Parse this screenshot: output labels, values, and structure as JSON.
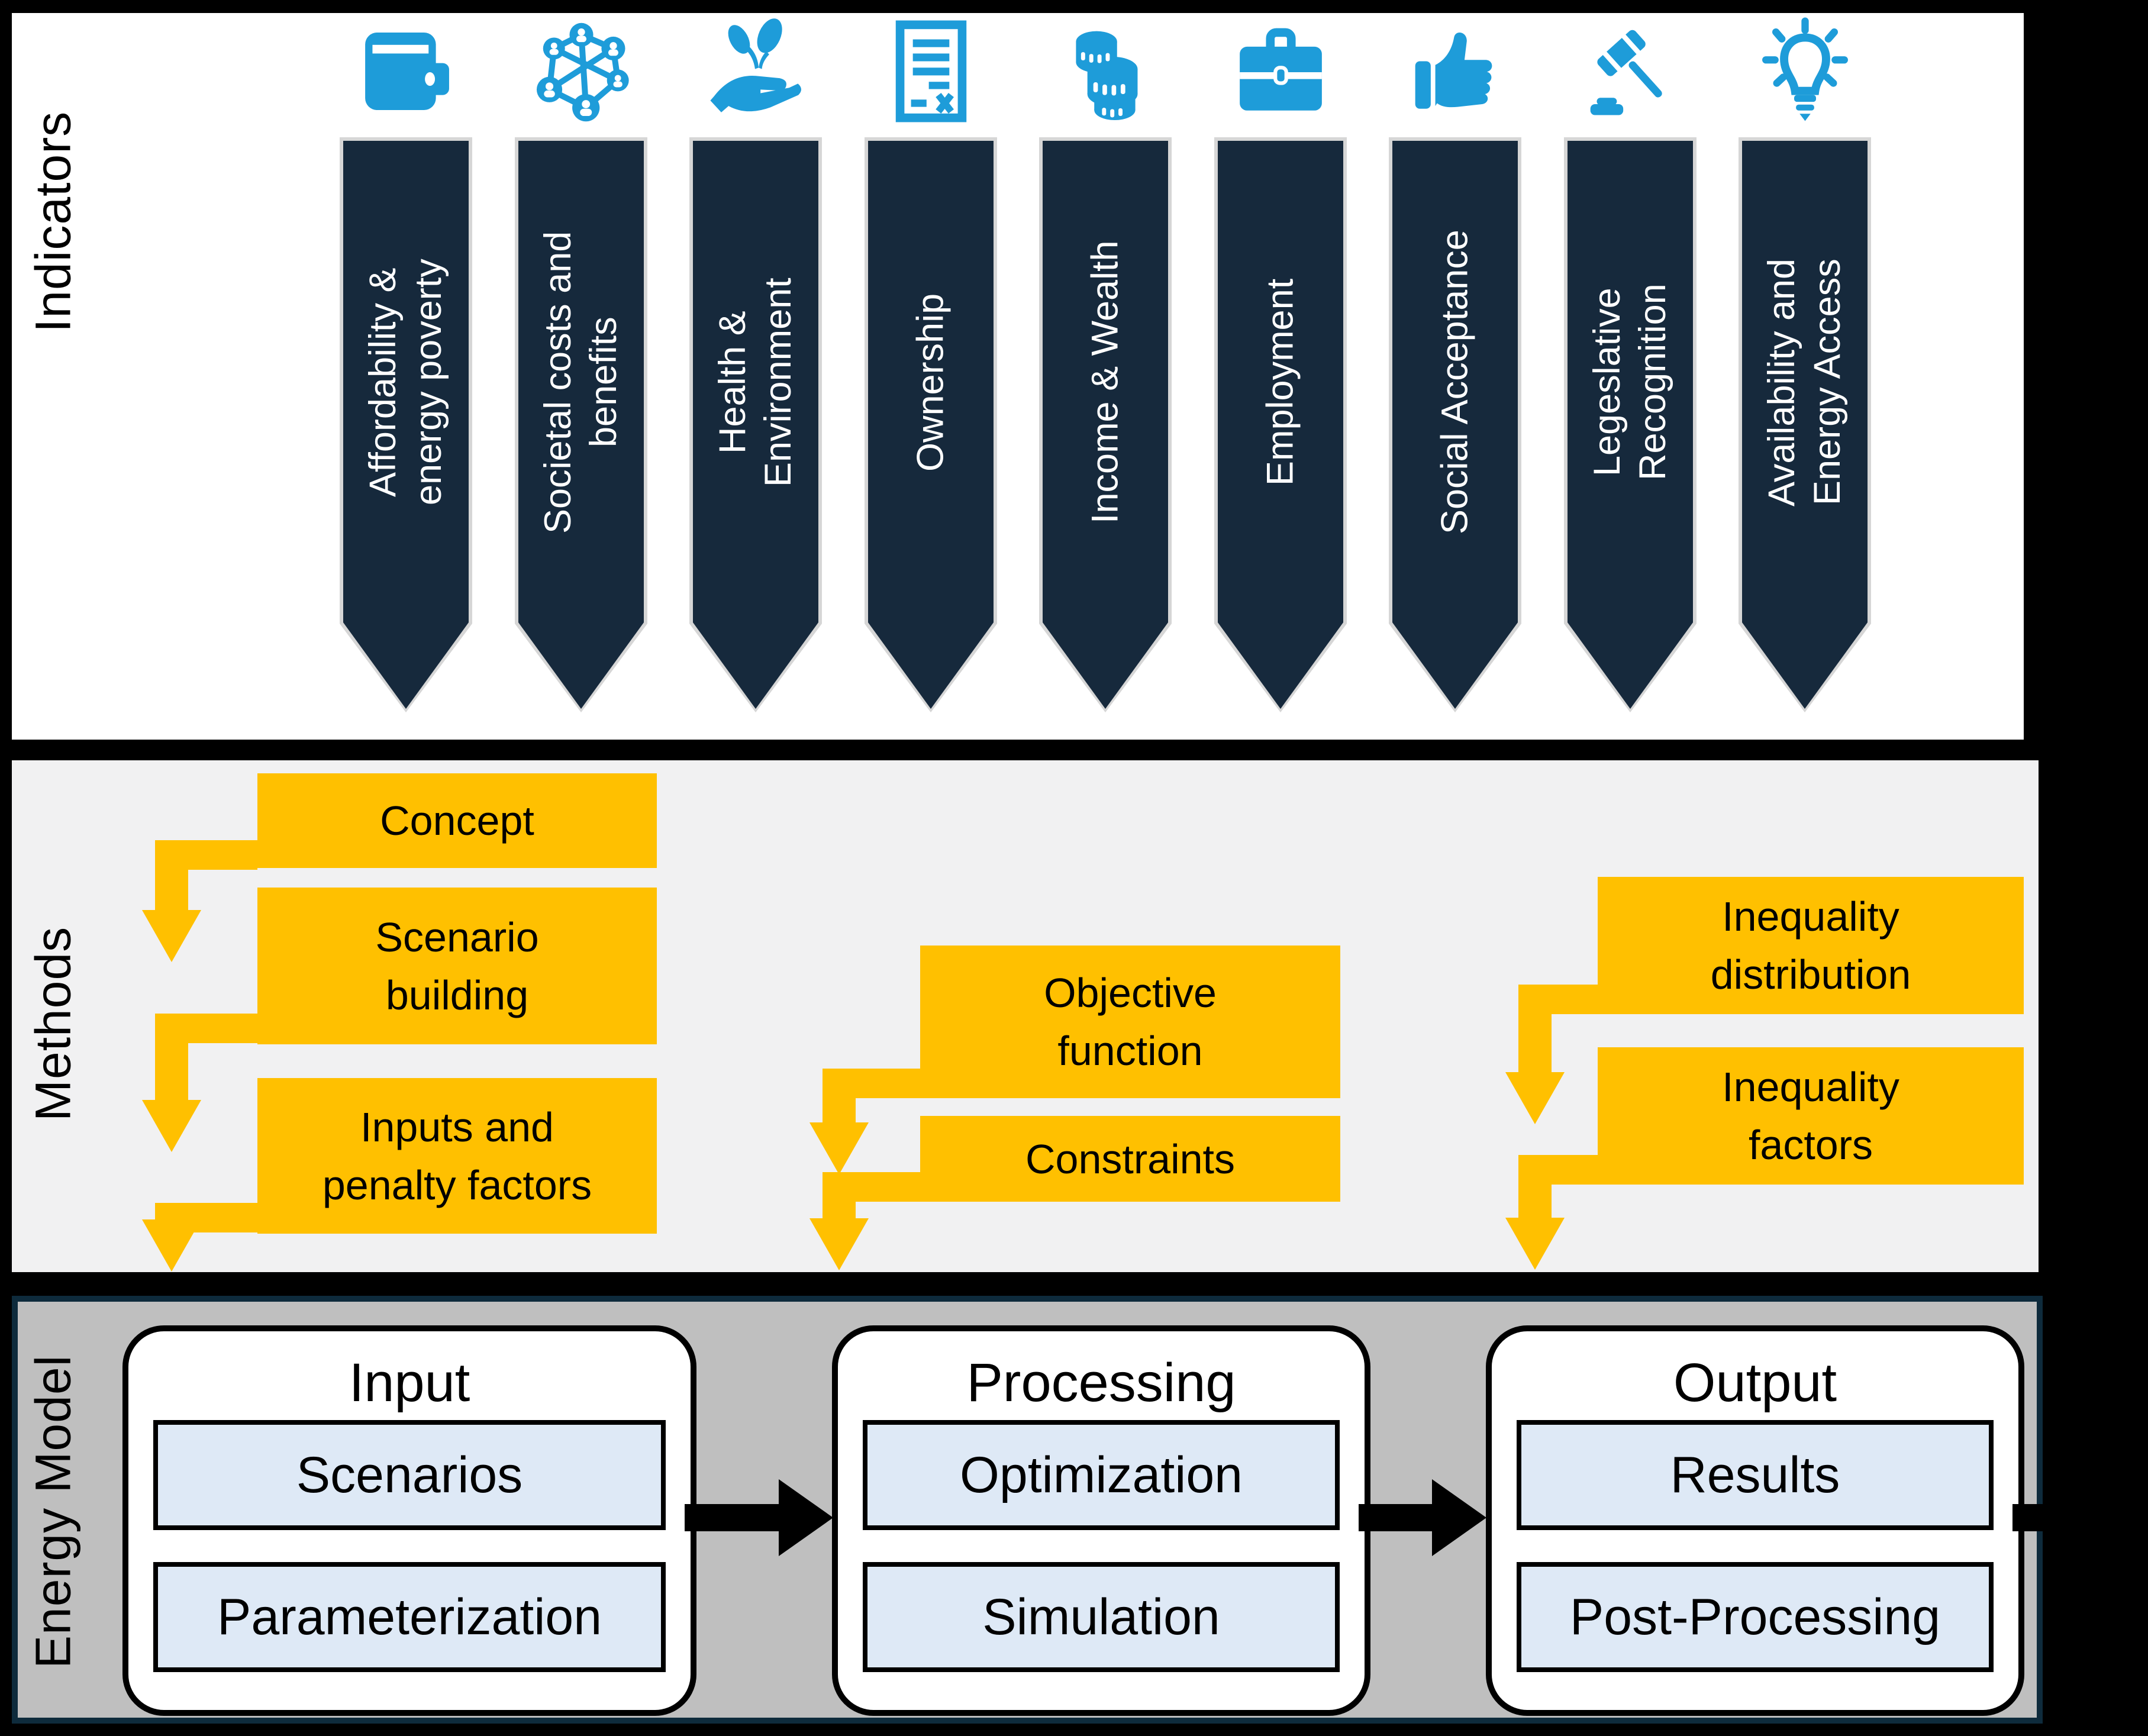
{
  "sections": {
    "indicators": {
      "label": "Indicators",
      "items": [
        {
          "icon": "wallet-icon",
          "label": "Affordability &\nenergy poverty"
        },
        {
          "icon": "network-people-icon",
          "label": "Societal costs and\nbenefits"
        },
        {
          "icon": "hand-plant-icon",
          "label": "Health &\nEnvironment"
        },
        {
          "icon": "invoice-icon",
          "label": "Ownership"
        },
        {
          "icon": "coins-icon",
          "label": "Income & Wealth"
        },
        {
          "icon": "briefcase-icon",
          "label": "Employment"
        },
        {
          "icon": "thumbs-up-icon",
          "label": "Social Acceptance"
        },
        {
          "icon": "gavel-icon",
          "label": "Legeslative\nRecognition"
        },
        {
          "icon": "lightbulb-icon",
          "label": "Availability and\nEnergy Access"
        }
      ]
    },
    "methods": {
      "label": "Methods",
      "left_group": {
        "box1": "Concept",
        "box2": "Scenario\nbuilding",
        "box3": "Inputs and\npenalty factors"
      },
      "middle_group": {
        "box1": "Objective\nfunction",
        "box2": "Constraints"
      },
      "right_group": {
        "box1": "Inequality\ndistribution",
        "box2": "Inequality\nfactors"
      }
    },
    "energy_model": {
      "label": "Energy Model",
      "cards": [
        {
          "title": "Input",
          "box1": "Scenarios",
          "box2": "Parameterization"
        },
        {
          "title": "Processing",
          "box1": "Optimization",
          "box2": "Simulation"
        },
        {
          "title": "Output",
          "box1": "Results",
          "box2": "Post-Processing"
        }
      ]
    }
  },
  "colors": {
    "banner_navy": "#16293C",
    "icon_blue": "#1E9CD9",
    "accent_gold": "#FFC000",
    "methods_bg": "#F1F1F2",
    "energy_bg": "#BFBFBF",
    "energy_border": "#0E2B3C",
    "inner_box_blue": "#DEE9F6"
  }
}
